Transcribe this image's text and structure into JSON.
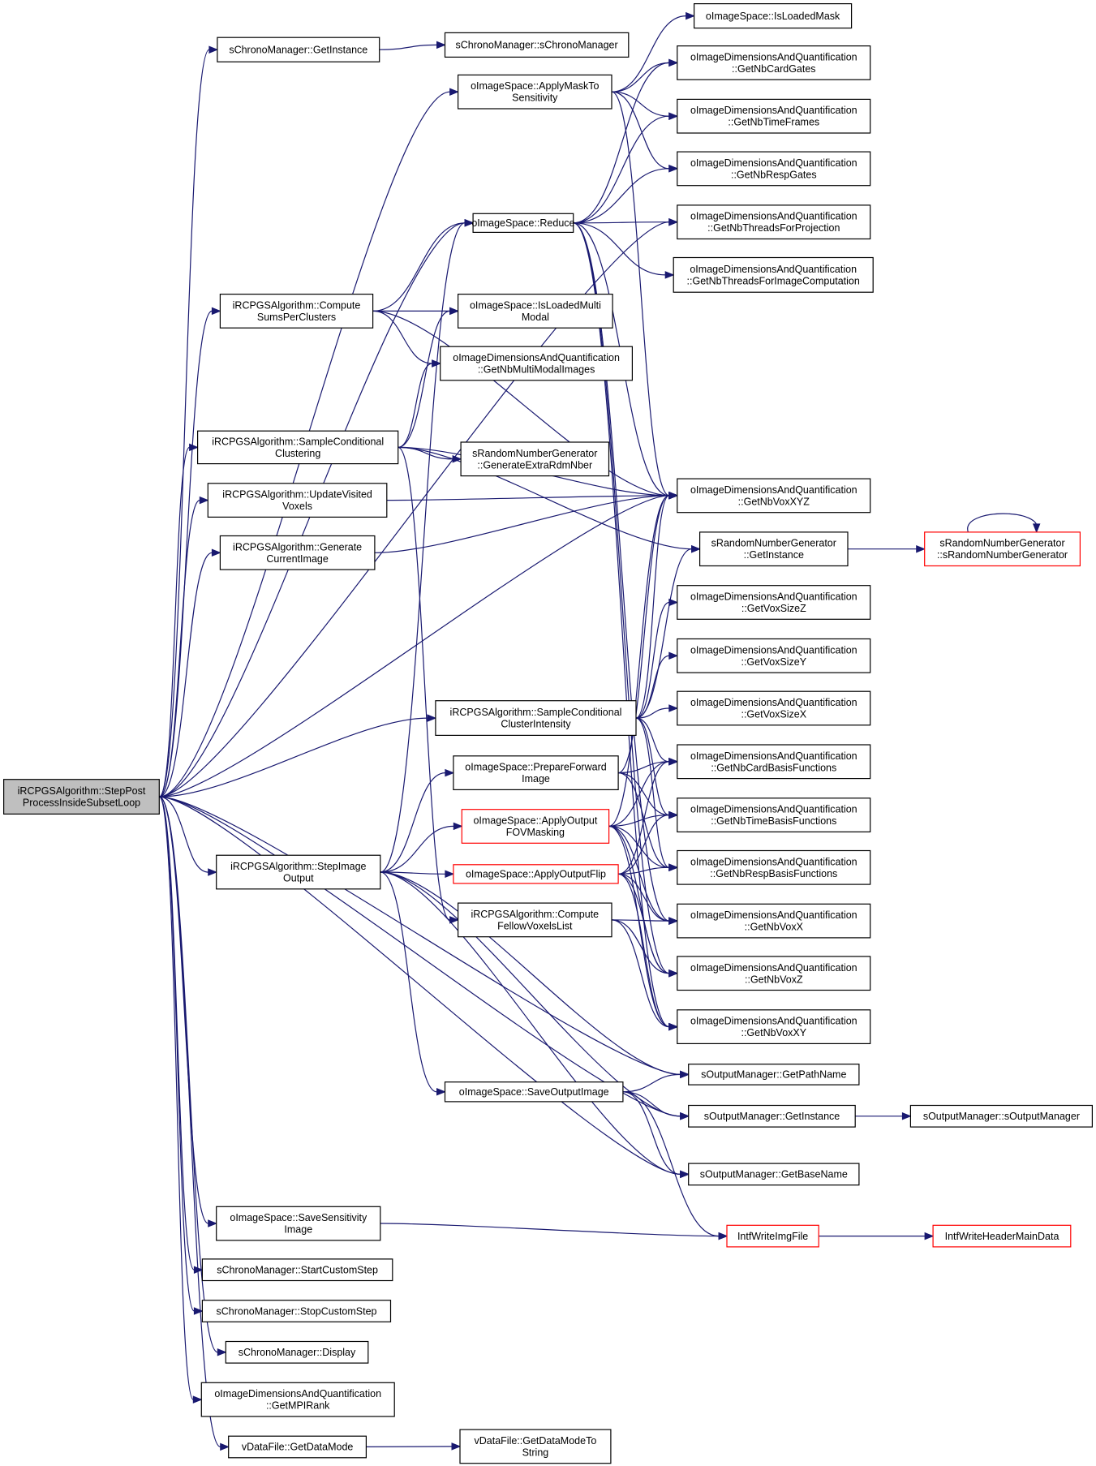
{
  "graph": {
    "nodes": [
      {
        "id": "root",
        "lines": [
          "iRCPGSAlgorithm::StepPost",
          "ProcessInsideSubsetLoop"
        ],
        "style": "root"
      },
      {
        "id": "cm_getinst",
        "lines": [
          "sChronoManager::GetInstance"
        ],
        "style": "normal"
      },
      {
        "id": "cm_ctor",
        "lines": [
          "sChronoManager::sChronoManager"
        ],
        "style": "normal"
      },
      {
        "id": "applymask",
        "lines": [
          "oImageSpace::ApplyMaskTo",
          "Sensitivity"
        ],
        "style": "normal"
      },
      {
        "id": "isloadedmask",
        "lines": [
          "oImageSpace::IsLoadedMask"
        ],
        "style": "normal"
      },
      {
        "id": "nbcardgates",
        "lines": [
          "oImageDimensionsAndQuantification",
          "::GetNbCardGates"
        ],
        "style": "normal"
      },
      {
        "id": "nbtimeframes",
        "lines": [
          "oImageDimensionsAndQuantification",
          "::GetNbTimeFrames"
        ],
        "style": "normal"
      },
      {
        "id": "nbrespgates",
        "lines": [
          "oImageDimensionsAndQuantification",
          "::GetNbRespGates"
        ],
        "style": "normal"
      },
      {
        "id": "nbthreadsproj",
        "lines": [
          "oImageDimensionsAndQuantification",
          "::GetNbThreadsForProjection"
        ],
        "style": "normal"
      },
      {
        "id": "reduce",
        "lines": [
          "oImageSpace::Reduce"
        ],
        "style": "normal"
      },
      {
        "id": "nbthreadsimg",
        "lines": [
          "oImageDimensionsAndQuantification",
          "::GetNbThreadsForImageComputation"
        ],
        "style": "normal"
      },
      {
        "id": "computesums",
        "lines": [
          "iRCPGSAlgorithm::Compute",
          "SumsPerClusters"
        ],
        "style": "normal"
      },
      {
        "id": "isloadedmm",
        "lines": [
          "oImageSpace::IsLoadedMulti",
          "Modal"
        ],
        "style": "normal"
      },
      {
        "id": "nbmmimages",
        "lines": [
          "oImageDimensionsAndQuantification",
          "::GetNbMultiModalImages"
        ],
        "style": "normal"
      },
      {
        "id": "samplecondclust",
        "lines": [
          "iRCPGSAlgorithm::SampleConditional",
          "Clustering"
        ],
        "style": "normal"
      },
      {
        "id": "genextra",
        "lines": [
          "sRandomNumberGenerator",
          "::GenerateExtraRdmNber"
        ],
        "style": "normal"
      },
      {
        "id": "updatevisited",
        "lines": [
          "iRCPGSAlgorithm::UpdateVisited",
          "Voxels"
        ],
        "style": "normal"
      },
      {
        "id": "nbvoxxyz",
        "lines": [
          "oImageDimensionsAndQuantification",
          "::GetNbVoxXYZ"
        ],
        "style": "normal"
      },
      {
        "id": "gencurrent",
        "lines": [
          "iRCPGSAlgorithm::Generate",
          "CurrentImage"
        ],
        "style": "normal"
      },
      {
        "id": "rng_getinst",
        "lines": [
          "sRandomNumberGenerator",
          "::GetInstance"
        ],
        "style": "normal"
      },
      {
        "id": "rng_ctor",
        "lines": [
          "sRandomNumberGenerator",
          "::sRandomNumberGenerator"
        ],
        "style": "red"
      },
      {
        "id": "voxsizez",
        "lines": [
          "oImageDimensionsAndQuantification",
          "::GetVoxSizeZ"
        ],
        "style": "normal"
      },
      {
        "id": "voxsizey",
        "lines": [
          "oImageDimensionsAndQuantification",
          "::GetVoxSizeY"
        ],
        "style": "normal"
      },
      {
        "id": "samplecondint",
        "lines": [
          "iRCPGSAlgorithm::SampleConditional",
          "ClusterIntensity"
        ],
        "style": "normal"
      },
      {
        "id": "voxsizex",
        "lines": [
          "oImageDimensionsAndQuantification",
          "::GetVoxSizeX"
        ],
        "style": "normal"
      },
      {
        "id": "prepfwd",
        "lines": [
          "oImageSpace::PrepareForward",
          "Image"
        ],
        "style": "normal"
      },
      {
        "id": "nbcardbasis",
        "lines": [
          "oImageDimensionsAndQuantification",
          "::GetNbCardBasisFunctions"
        ],
        "style": "normal"
      },
      {
        "id": "applyfov",
        "lines": [
          "oImageSpace::ApplyOutput",
          "FOVMasking"
        ],
        "style": "red"
      },
      {
        "id": "nbtimebasis",
        "lines": [
          "oImageDimensionsAndQuantification",
          "::GetNbTimeBasisFunctions"
        ],
        "style": "normal"
      },
      {
        "id": "stepimgout",
        "lines": [
          "iRCPGSAlgorithm::StepImage",
          "Output"
        ],
        "style": "normal"
      },
      {
        "id": "applyflip",
        "lines": [
          "oImageSpace::ApplyOutputFlip"
        ],
        "style": "red"
      },
      {
        "id": "nbrespbasis",
        "lines": [
          "oImageDimensionsAndQuantification",
          "::GetNbRespBasisFunctions"
        ],
        "style": "normal"
      },
      {
        "id": "computefellow",
        "lines": [
          "iRCPGSAlgorithm::Compute",
          "FellowVoxelsList"
        ],
        "style": "normal"
      },
      {
        "id": "nbvoxx",
        "lines": [
          "oImageDimensionsAndQuantification",
          "::GetNbVoxX"
        ],
        "style": "normal"
      },
      {
        "id": "nbvoxz",
        "lines": [
          "oImageDimensionsAndQuantification",
          "::GetNbVoxZ"
        ],
        "style": "normal"
      },
      {
        "id": "nbvoxxy",
        "lines": [
          "oImageDimensionsAndQuantification",
          "::GetNbVoxXY"
        ],
        "style": "normal"
      },
      {
        "id": "getpathname",
        "lines": [
          "sOutputManager::GetPathName"
        ],
        "style": "normal"
      },
      {
        "id": "saveoutput",
        "lines": [
          "oImageSpace::SaveOutputImage"
        ],
        "style": "normal"
      },
      {
        "id": "om_getinst",
        "lines": [
          "sOutputManager::GetInstance"
        ],
        "style": "normal"
      },
      {
        "id": "om_ctor",
        "lines": [
          "sOutputManager::sOutputManager"
        ],
        "style": "normal"
      },
      {
        "id": "getbasename",
        "lines": [
          "sOutputManager::GetBaseName"
        ],
        "style": "normal"
      },
      {
        "id": "savesens",
        "lines": [
          "oImageSpace::SaveSensitivity",
          "Image"
        ],
        "style": "normal"
      },
      {
        "id": "writeimg",
        "lines": [
          "IntfWriteImgFile"
        ],
        "style": "red"
      },
      {
        "id": "writehdr",
        "lines": [
          "IntfWriteHeaderMainData"
        ],
        "style": "red"
      },
      {
        "id": "startcustom",
        "lines": [
          "sChronoManager::StartCustomStep"
        ],
        "style": "normal"
      },
      {
        "id": "stopcustom",
        "lines": [
          "sChronoManager::StopCustomStep"
        ],
        "style": "normal"
      },
      {
        "id": "display",
        "lines": [
          "sChronoManager::Display"
        ],
        "style": "normal"
      },
      {
        "id": "mpirank",
        "lines": [
          "oImageDimensionsAndQuantification",
          "::GetMPIRank"
        ],
        "style": "normal"
      },
      {
        "id": "getdatamode",
        "lines": [
          "vDataFile::GetDataMode"
        ],
        "style": "normal"
      },
      {
        "id": "getdatamodestr",
        "lines": [
          "vDataFile::GetDataModeTo",
          "String"
        ],
        "style": "normal"
      }
    ],
    "edges": [
      [
        "root",
        "cm_getinst"
      ],
      [
        "root",
        "applymask"
      ],
      [
        "root",
        "nbthreadsproj"
      ],
      [
        "root",
        "reduce"
      ],
      [
        "root",
        "computesums"
      ],
      [
        "root",
        "samplecondclust"
      ],
      [
        "root",
        "updatevisited"
      ],
      [
        "root",
        "gencurrent"
      ],
      [
        "root",
        "nbvoxxyz"
      ],
      [
        "root",
        "samplecondint"
      ],
      [
        "root",
        "stepimgout"
      ],
      [
        "root",
        "getpathname"
      ],
      [
        "root",
        "om_getinst"
      ],
      [
        "root",
        "getbasename"
      ],
      [
        "root",
        "savesens"
      ],
      [
        "root",
        "startcustom"
      ],
      [
        "root",
        "stopcustom"
      ],
      [
        "root",
        "display"
      ],
      [
        "root",
        "mpirank"
      ],
      [
        "root",
        "getdatamode"
      ],
      [
        "cm_getinst",
        "cm_ctor"
      ],
      [
        "applymask",
        "isloadedmask"
      ],
      [
        "applymask",
        "nbcardgates"
      ],
      [
        "applymask",
        "nbtimeframes"
      ],
      [
        "applymask",
        "nbrespgates"
      ],
      [
        "applymask",
        "nbvoxxyz"
      ],
      [
        "reduce",
        "nbthreadsproj"
      ],
      [
        "reduce",
        "nbthreadsimg"
      ],
      [
        "reduce",
        "nbvoxxyz"
      ],
      [
        "reduce",
        "nbcardgates"
      ],
      [
        "reduce",
        "nbtimeframes"
      ],
      [
        "reduce",
        "nbrespgates"
      ],
      [
        "reduce",
        "nbvoxxy"
      ],
      [
        "reduce",
        "nbvoxz"
      ],
      [
        "reduce",
        "nbvoxx"
      ],
      [
        "computesums",
        "reduce"
      ],
      [
        "computesums",
        "isloadedmm"
      ],
      [
        "computesums",
        "nbmmimages"
      ],
      [
        "computesums",
        "nbvoxxyz"
      ],
      [
        "samplecondclust",
        "isloadedmm"
      ],
      [
        "samplecondclust",
        "nbmmimages"
      ],
      [
        "samplecondclust",
        "genextra"
      ],
      [
        "samplecondclust",
        "nbvoxxyz"
      ],
      [
        "samplecondclust",
        "rng_getinst"
      ],
      [
        "samplecondclust",
        "computefellow"
      ],
      [
        "updatevisited",
        "nbvoxxyz"
      ],
      [
        "gencurrent",
        "nbvoxxyz"
      ],
      [
        "rng_getinst",
        "rng_ctor"
      ],
      [
        "rng_ctor",
        "rng_ctor"
      ],
      [
        "samplecondint",
        "nbvoxxyz"
      ],
      [
        "samplecondint",
        "rng_getinst"
      ],
      [
        "samplecondint",
        "voxsizez"
      ],
      [
        "samplecondint",
        "voxsizey"
      ],
      [
        "samplecondint",
        "voxsizex"
      ],
      [
        "samplecondint",
        "nbcardbasis"
      ],
      [
        "samplecondint",
        "nbtimebasis"
      ],
      [
        "samplecondint",
        "nbrespbasis"
      ],
      [
        "prepfwd",
        "nbvoxxyz"
      ],
      [
        "prepfwd",
        "nbcardbasis"
      ],
      [
        "prepfwd",
        "nbtimebasis"
      ],
      [
        "prepfwd",
        "nbrespbasis"
      ],
      [
        "applyfov",
        "nbvoxxyz"
      ],
      [
        "applyfov",
        "nbcardbasis"
      ],
      [
        "applyfov",
        "nbtimebasis"
      ],
      [
        "applyfov",
        "nbrespbasis"
      ],
      [
        "applyfov",
        "nbvoxx"
      ],
      [
        "applyfov",
        "nbvoxz"
      ],
      [
        "applyfov",
        "nbvoxxy"
      ],
      [
        "applyflip",
        "nbcardbasis"
      ],
      [
        "applyflip",
        "nbtimebasis"
      ],
      [
        "applyflip",
        "nbrespbasis"
      ],
      [
        "applyflip",
        "nbvoxx"
      ],
      [
        "applyflip",
        "nbvoxz"
      ],
      [
        "applyflip",
        "nbvoxxy"
      ],
      [
        "computefellow",
        "nbvoxx"
      ],
      [
        "computefellow",
        "nbvoxz"
      ],
      [
        "computefellow",
        "nbvoxxy"
      ],
      [
        "stepimgout",
        "reduce"
      ],
      [
        "stepimgout",
        "prepfwd"
      ],
      [
        "stepimgout",
        "applyfov"
      ],
      [
        "stepimgout",
        "applyflip"
      ],
      [
        "stepimgout",
        "saveoutput"
      ],
      [
        "stepimgout",
        "getpathname"
      ],
      [
        "stepimgout",
        "om_getinst"
      ],
      [
        "stepimgout",
        "getbasename"
      ],
      [
        "saveoutput",
        "getpathname"
      ],
      [
        "saveoutput",
        "om_getinst"
      ],
      [
        "saveoutput",
        "getbasename"
      ],
      [
        "saveoutput",
        "writeimg"
      ],
      [
        "om_getinst",
        "om_ctor"
      ],
      [
        "savesens",
        "writeimg"
      ],
      [
        "writeimg",
        "writehdr"
      ],
      [
        "getdatamode",
        "getdatamodestr"
      ]
    ]
  }
}
